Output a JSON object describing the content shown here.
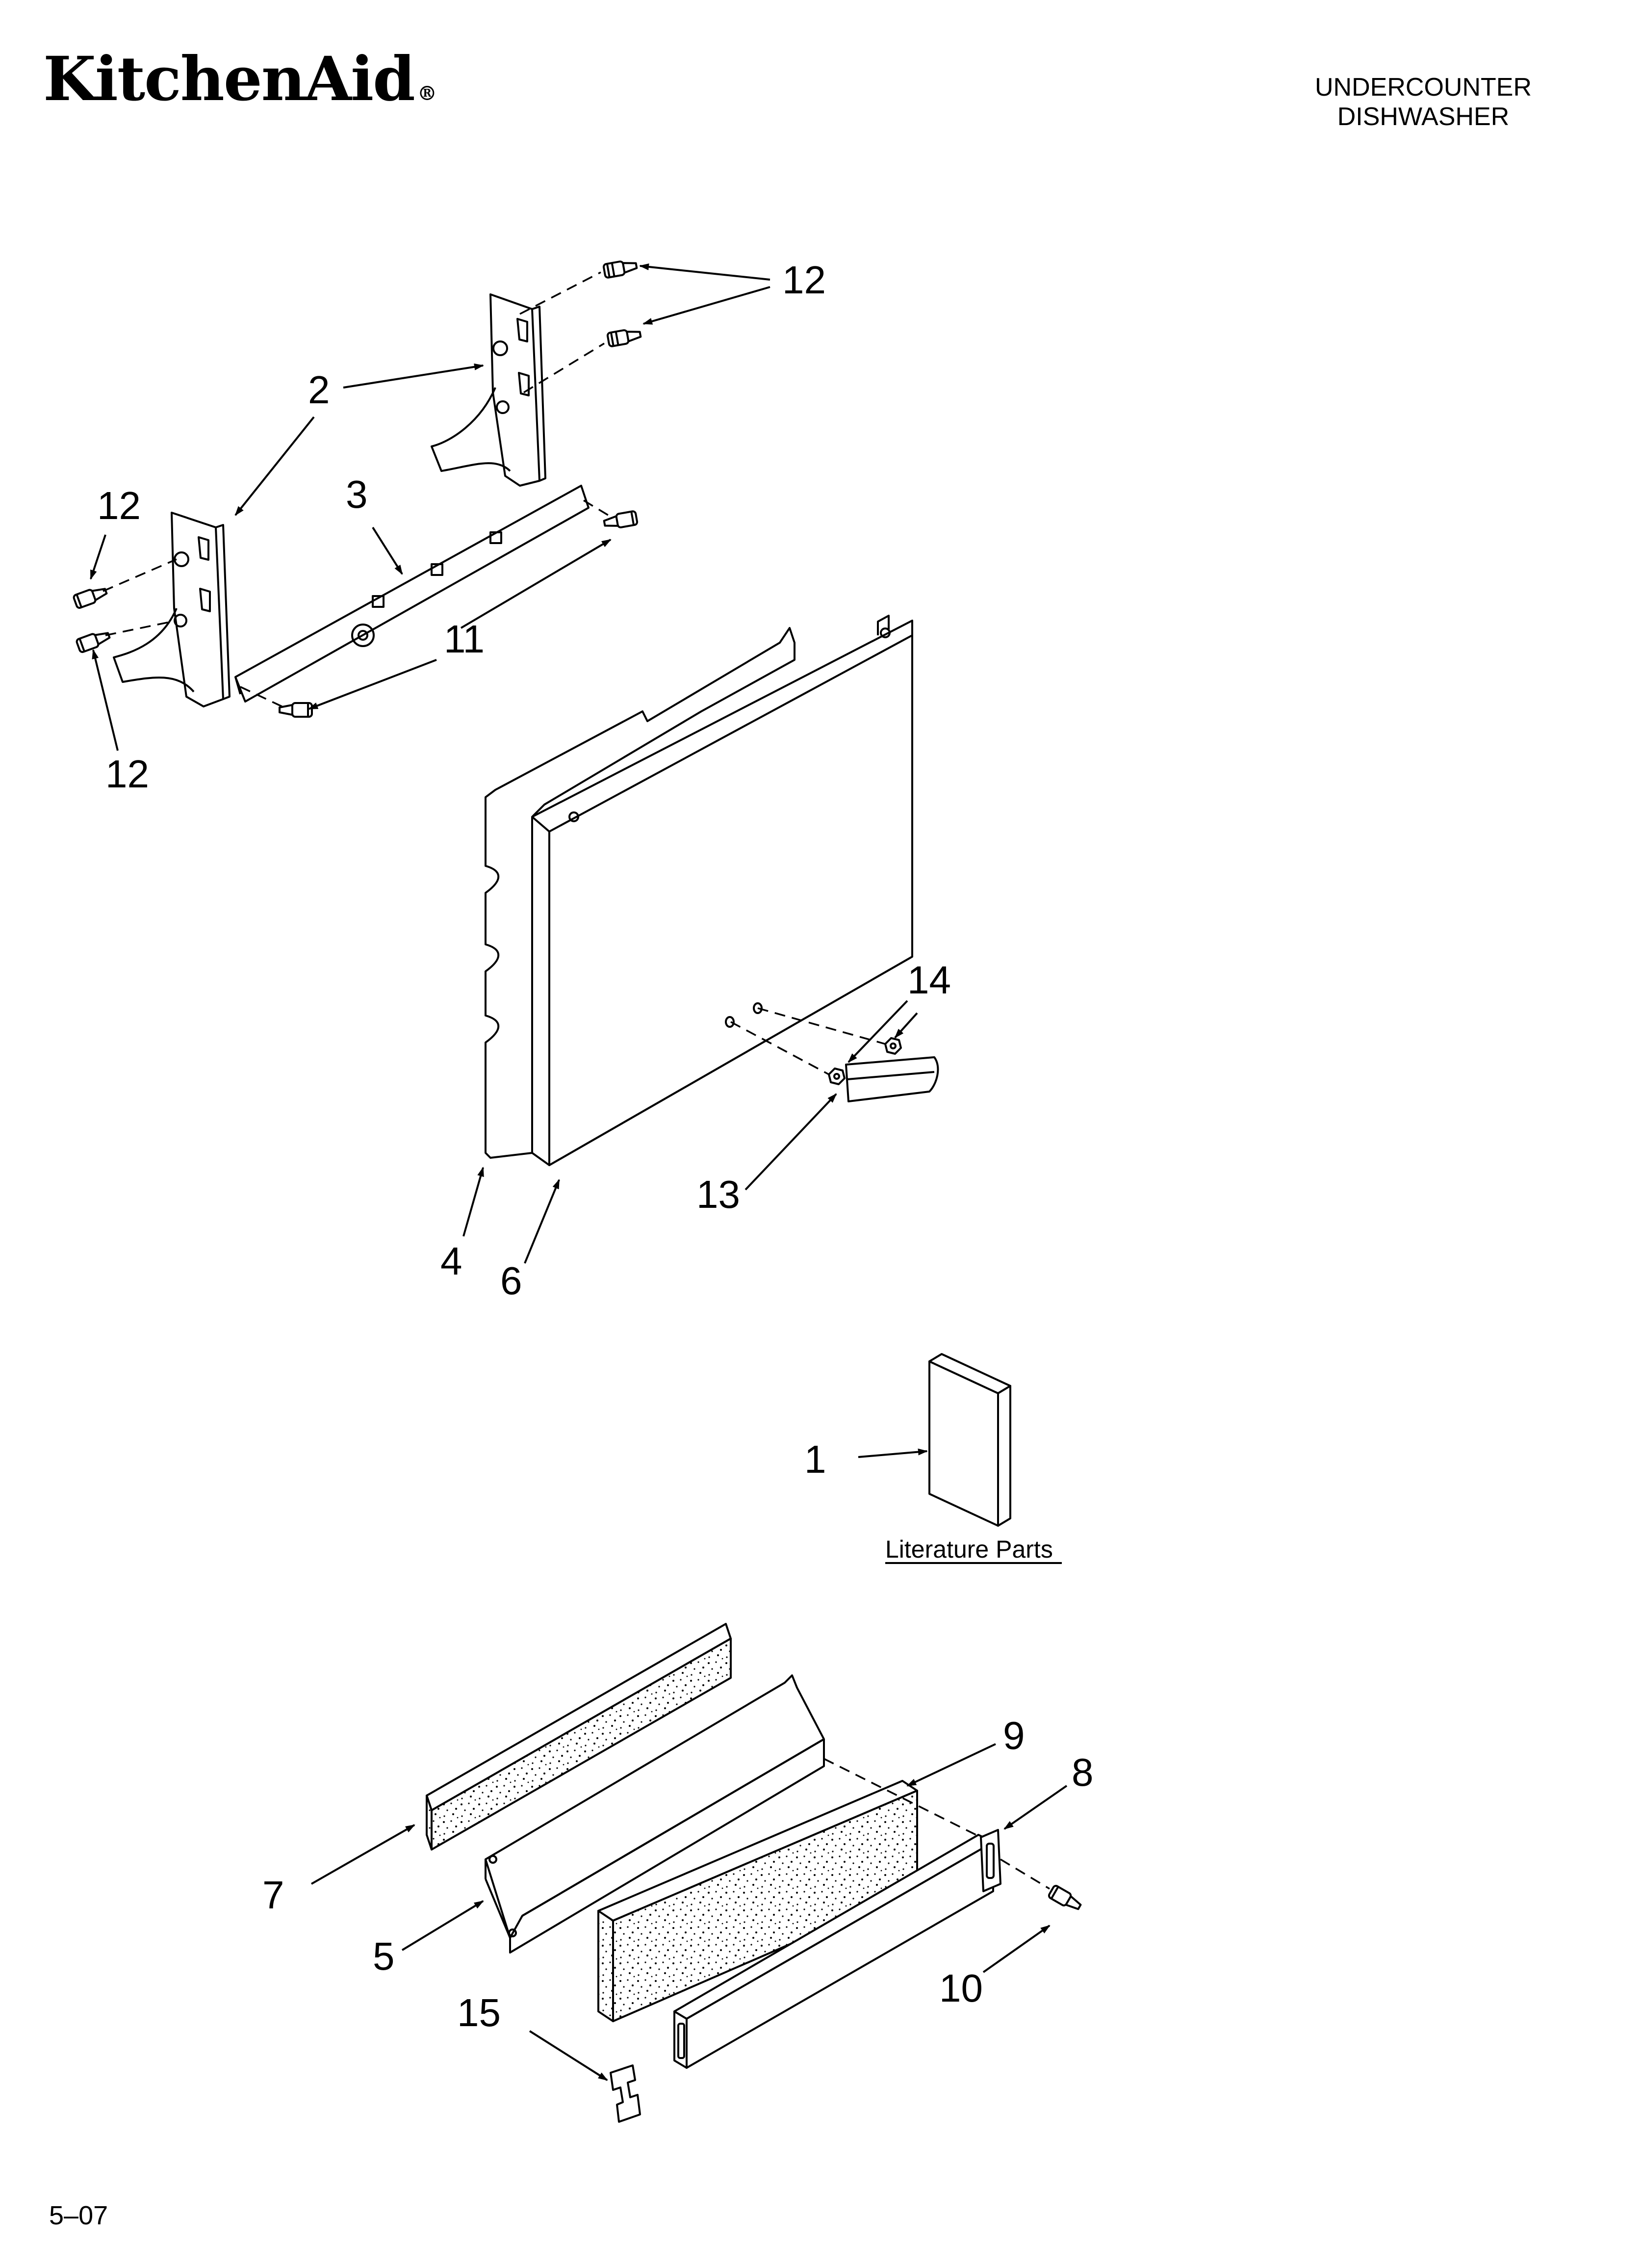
{
  "header": {
    "brand": "KitchenAid",
    "brand_mark": "®",
    "product_line1": "UNDERCOUNTER",
    "product_line2": "DISHWASHER"
  },
  "callouts": {
    "c1": "1",
    "c2": "2",
    "c3": "3",
    "c4": "4",
    "c5": "5",
    "c6": "6",
    "c7": "7",
    "c8": "8",
    "c9": "9",
    "c10": "10",
    "c11": "11",
    "c12": "12",
    "c13": "13",
    "c14": "14",
    "c15": "15"
  },
  "literature_label": "Literature Parts",
  "footer": {
    "date_code": "5–07"
  }
}
